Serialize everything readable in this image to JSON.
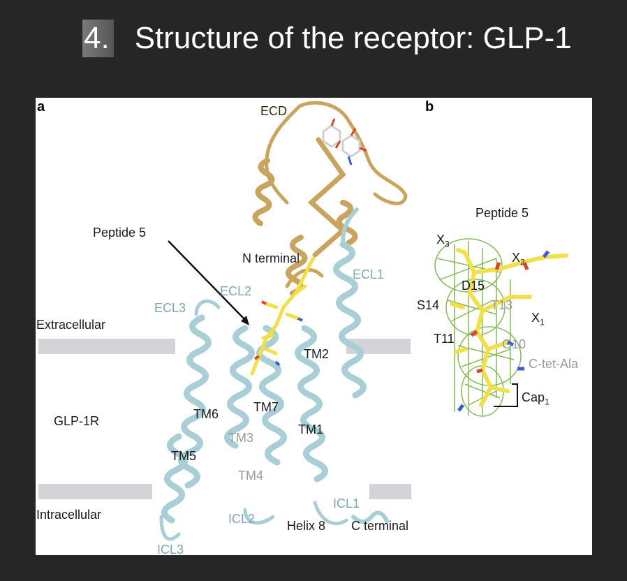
{
  "slide": {
    "number": "4.",
    "title": "Structure of the receptor: GLP-1"
  },
  "panel_a": {
    "letter": "a",
    "labels": {
      "ecd": "ECD",
      "peptide": "Peptide 5",
      "n_terminal": "N terminal",
      "ecl1": "ECL1",
      "ecl2": "ECL2",
      "ecl3": "ECL3",
      "extracellular": "Extracellular",
      "tm2": "TM2",
      "glp1r": "GLP-1R",
      "tm6": "TM6",
      "tm7": "TM7",
      "tm1": "TM1",
      "tm3": "TM3",
      "tm5": "TM5",
      "tm4": "TM4",
      "icl1": "ICL1",
      "intracellular": "Intracellular",
      "icl2": "ICL2",
      "helix8": "Helix 8",
      "c_terminal": "C terminal",
      "icl3": "ICL3"
    }
  },
  "panel_b": {
    "letter": "b",
    "labels": {
      "title": "Peptide 5",
      "x3": "X",
      "x3_sub": "3",
      "x2": "X",
      "x2_sub": "2",
      "d15": "D15",
      "s14": "S14",
      "t13": "T13",
      "x1": "X",
      "x1_sub": "1",
      "t11": "T11",
      "g10": "G10",
      "ctet": "C-tet-Ala",
      "cap": "Cap",
      "cap_sub": "1"
    }
  },
  "colors": {
    "background": "#262626",
    "helix_teal": "#a9cfd6",
    "ecd_gold": "#c9a45e",
    "peptide_yellow": "#f2e04a",
    "membrane_grey": "#d4d4d8",
    "density_green": "#6fae3c"
  }
}
